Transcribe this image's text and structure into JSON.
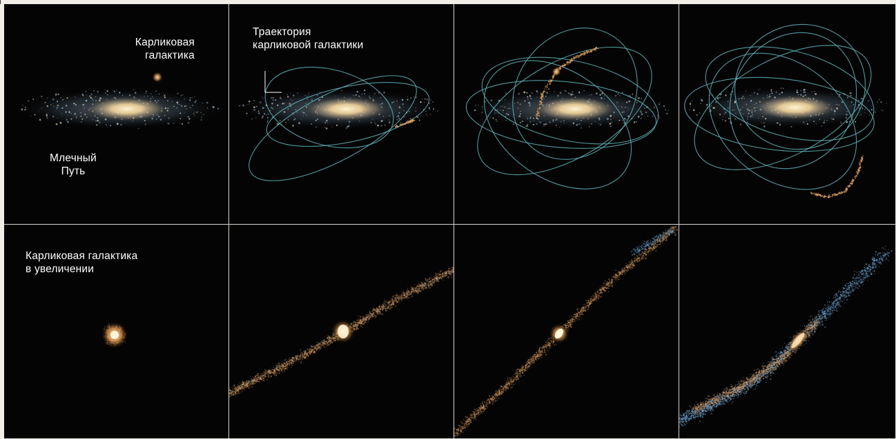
{
  "labels": {
    "dwarf_galaxy": "Карликовая\nгалактика",
    "milky_way": "Млечный\nПуть",
    "trajectory": "Траектория\nкарликовой галактики",
    "zoomed": "Карликовая галактика\nв увеличении"
  },
  "colors": {
    "background": "#050404",
    "orbit": "#5fb3b8",
    "stream": "#e0a060",
    "core": "#fff4dc",
    "blue_stars": "#6fa8d6"
  },
  "panels": [
    {
      "row": 1,
      "col": 1,
      "content": "milky-way-with-dwarf"
    },
    {
      "row": 1,
      "col": 2,
      "content": "milky-way-orbit-1"
    },
    {
      "row": 1,
      "col": 3,
      "content": "milky-way-orbit-2"
    },
    {
      "row": 1,
      "col": 4,
      "content": "milky-way-orbit-3"
    },
    {
      "row": 2,
      "col": 1,
      "content": "dwarf-zoom-1"
    },
    {
      "row": 2,
      "col": 2,
      "content": "dwarf-zoom-2"
    },
    {
      "row": 2,
      "col": 3,
      "content": "dwarf-zoom-3"
    },
    {
      "row": 2,
      "col": 4,
      "content": "dwarf-zoom-4"
    }
  ]
}
